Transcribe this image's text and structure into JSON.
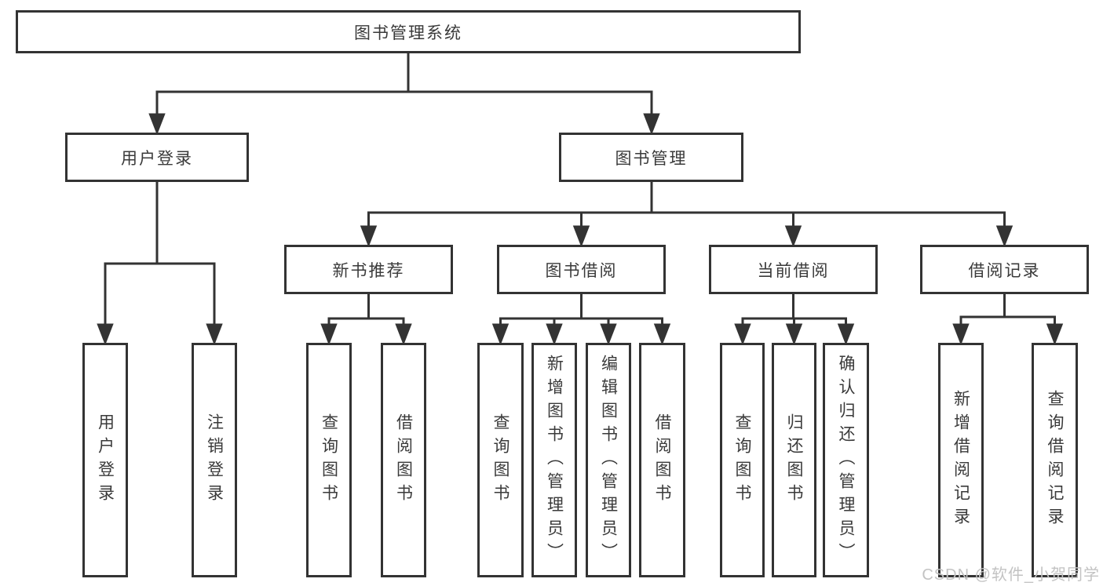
{
  "diagram_title": "图书管理系统",
  "nodes": {
    "root": "图书管理系统",
    "level2": [
      "用户登录",
      "图书管理"
    ],
    "level3": [
      "新书推荐",
      "图书借阅",
      "当前借阅",
      "借阅记录"
    ],
    "leaves_user": [
      "用户登录",
      "注销登录"
    ],
    "leaves_recommend": [
      "查询图书",
      "借阅图书"
    ],
    "leaves_borrow": [
      "查询图书",
      "新增图书（管理员）",
      "编辑图书（管理员）",
      "借阅图书"
    ],
    "leaves_current": [
      "查询图书",
      "归还图书",
      "确认归还（管理员）"
    ],
    "leaves_records": [
      "新增借阅记录",
      "查询借阅记录"
    ]
  },
  "watermark": "CSDN @软件_小贺同学",
  "colors": {
    "line": "#333333",
    "text": "#3a3a3a",
    "background": "#ffffff",
    "watermark": "#c3c3c3"
  }
}
